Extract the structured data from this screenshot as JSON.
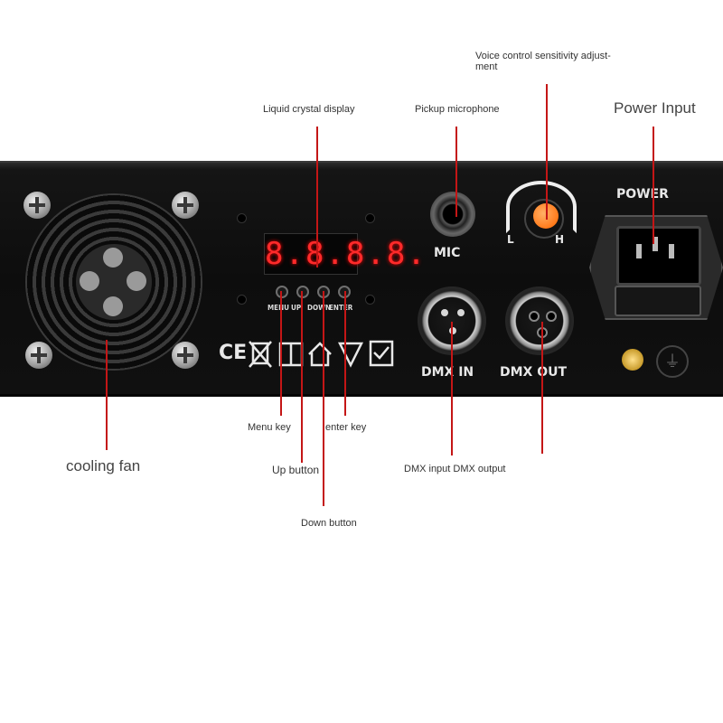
{
  "callouts": {
    "lcd": "Liquid crystal display",
    "mic": "Pickup microphone",
    "voice": "Voice control sensitivity adjust-\nment",
    "power": "Power Input",
    "fan": "cooling fan",
    "menu": "Menu key",
    "up": "Up button",
    "down": "Down button",
    "enter": "enter key",
    "dmx": "DMX input DMX output"
  },
  "panel": {
    "lcd_readout": "8.8.8.8.",
    "keys": [
      "MENU",
      "UP",
      "DOWN",
      "ENTER"
    ],
    "mic_label": "MIC",
    "knob_low": "L",
    "knob_high": "H",
    "power_label": "POWER",
    "dmx_in": "DMX IN",
    "dmx_out": "DMX OUT",
    "cert_marks": "CE"
  },
  "colors": {
    "leader": "#c41616",
    "panel": "#101010",
    "lcd_digits": "#ff2a2a",
    "knob": "#ff7a1a"
  }
}
